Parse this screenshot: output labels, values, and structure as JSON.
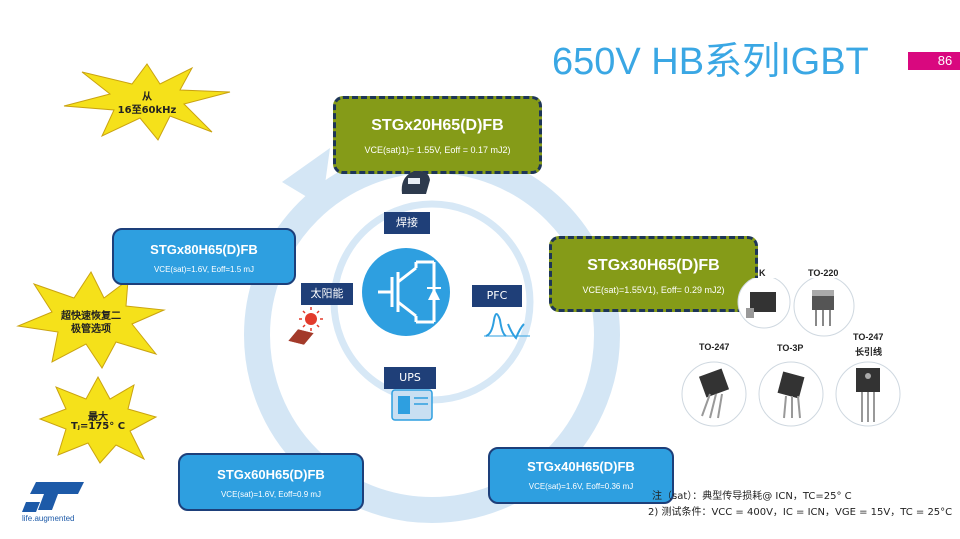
{
  "title": "650V HB系列IGBT",
  "page_number": "86",
  "stars": {
    "freq_line1": "从",
    "freq_line2": "16至60kHz",
    "diode_line1": "超快速恢复二",
    "diode_line2": "极管选项",
    "tj_line1": "最大",
    "tj_line2": "Tⱼ=175° C"
  },
  "products": {
    "p20": {
      "name": "STGx20H65(D)FB",
      "spec": "VCE(sat)1)= 1.55V, Eoff = 0.17 mJ2)"
    },
    "p30": {
      "name": "STGx30H65(D)FB",
      "spec": "VCE(sat)=1.55V1), Eoff= 0.29 mJ2)"
    },
    "p80": {
      "name": "STGx80H65(D)FB",
      "spec": "VCE(sat)=1.6V, Eoff=1.5 mJ"
    },
    "p60": {
      "name": "STGx60H65(D)FB",
      "spec": "VCE(sat)=1.6V, Eoff=0.9 mJ"
    },
    "p40": {
      "name": "STGx40H65(D)FB",
      "spec": "VCE(sat)=1.6V, Eoff=0.36 mJ"
    }
  },
  "applications": {
    "welding": "焊接",
    "solar": "太阳能",
    "pfc": "PFC",
    "ups": "UPS"
  },
  "packages": {
    "k": "K",
    "to220": "TO-220",
    "to247": "TO-247",
    "to3p": "TO-3P",
    "to247long_line1": "TO-247",
    "to247long_line2": "长引线"
  },
  "footnotes": {
    "note1": "注（sat）：典型传导损耗@ ICN，TC=25° C",
    "note2": "2) 测试条件：VCC = 400V，IC = ICN，VGE = 15V，TC = 25°C"
  },
  "logo": {
    "tagline": "life.augmented"
  },
  "colors": {
    "title": "#3aa7e4",
    "green": "#859b18",
    "blue": "#2e9fe0",
    "navy": "#1f3f78",
    "magenta": "#d9087f",
    "star": "#f5e11a"
  }
}
